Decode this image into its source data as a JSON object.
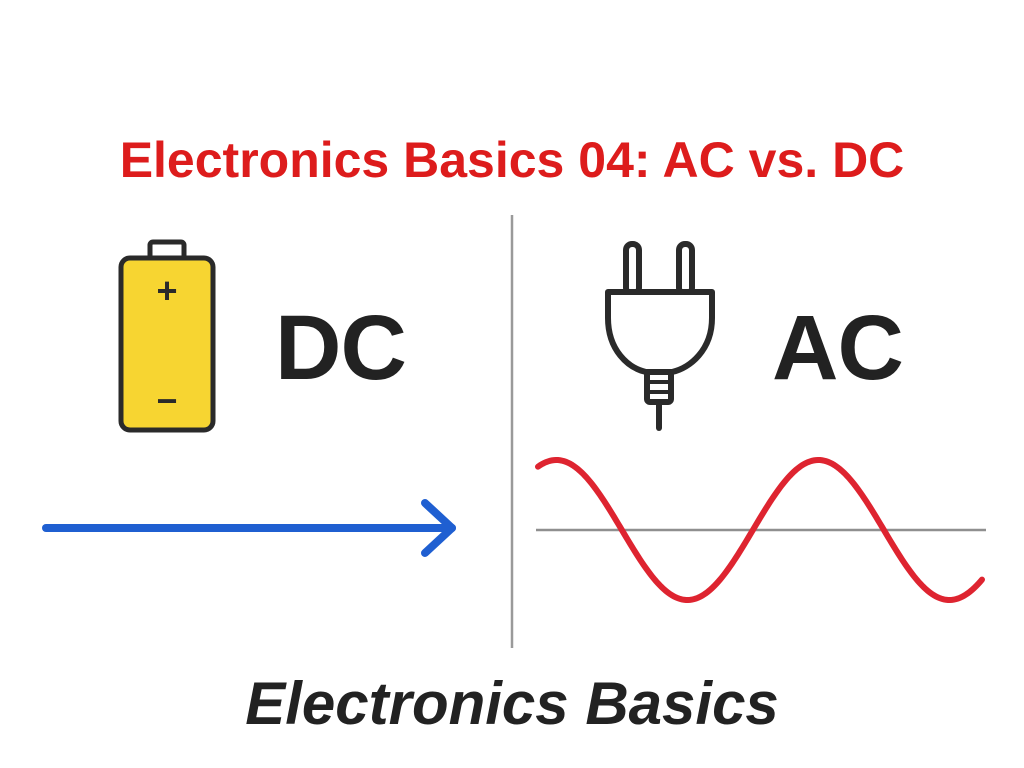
{
  "header": {
    "title": "Electronics Basics 04: AC vs. DC"
  },
  "left_panel": {
    "label": "DC",
    "icon": "battery-icon",
    "plus_symbol": "+",
    "minus_symbol": "−",
    "signal": "direct-current-arrow"
  },
  "right_panel": {
    "label": "AC",
    "icon": "plug-icon",
    "signal": "alternating-current-sine-wave"
  },
  "footer": {
    "caption": "Electronics Basics"
  },
  "colors": {
    "title": "#dd1c1c",
    "text": "#222222",
    "battery_fill": "#f7d531",
    "battery_outline": "#2a2a2a",
    "dc_arrow": "#1f5fd1",
    "ac_wave": "#de2430",
    "divider": "#9a9a9a",
    "axis": "#8f8f8f"
  }
}
